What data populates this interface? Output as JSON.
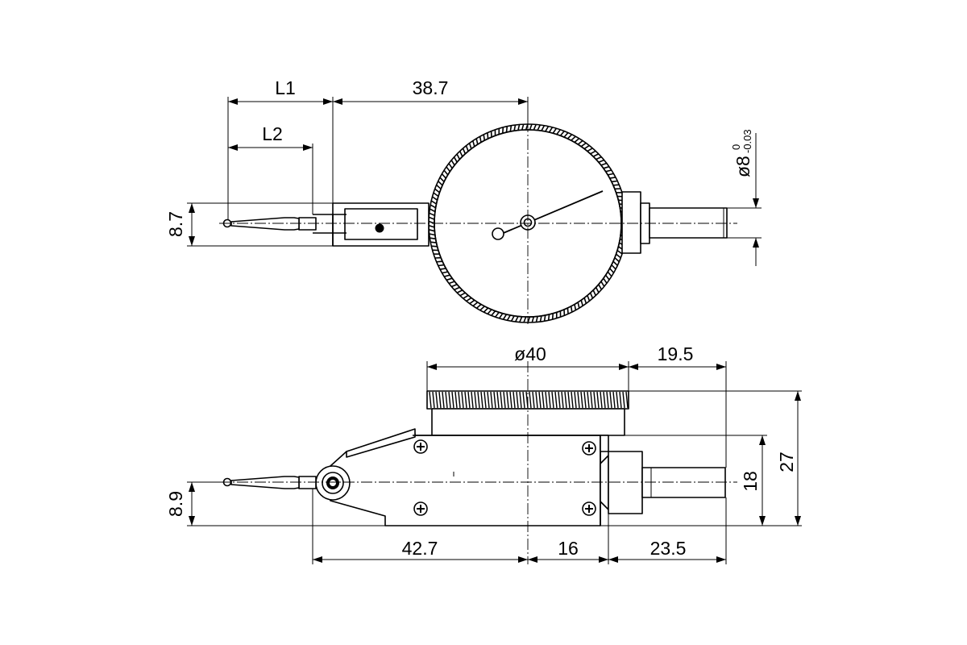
{
  "drawing": {
    "top_view": {
      "dim_l1": "L1",
      "dim_l2": "L2",
      "dim_38_7": "38.7",
      "dim_8_7": "8.7",
      "dim_stem_dia": "ø8",
      "tol_upper": "0",
      "tol_lower": "-0.03"
    },
    "side_view": {
      "dim_dia40": "ø40",
      "dim_19_5": "19.5",
      "dim_27": "27",
      "dim_18": "18",
      "dim_8_9": "8.9",
      "dim_42_7": "42.7",
      "dim_16": "16",
      "dim_23_5": "23.5"
    }
  }
}
